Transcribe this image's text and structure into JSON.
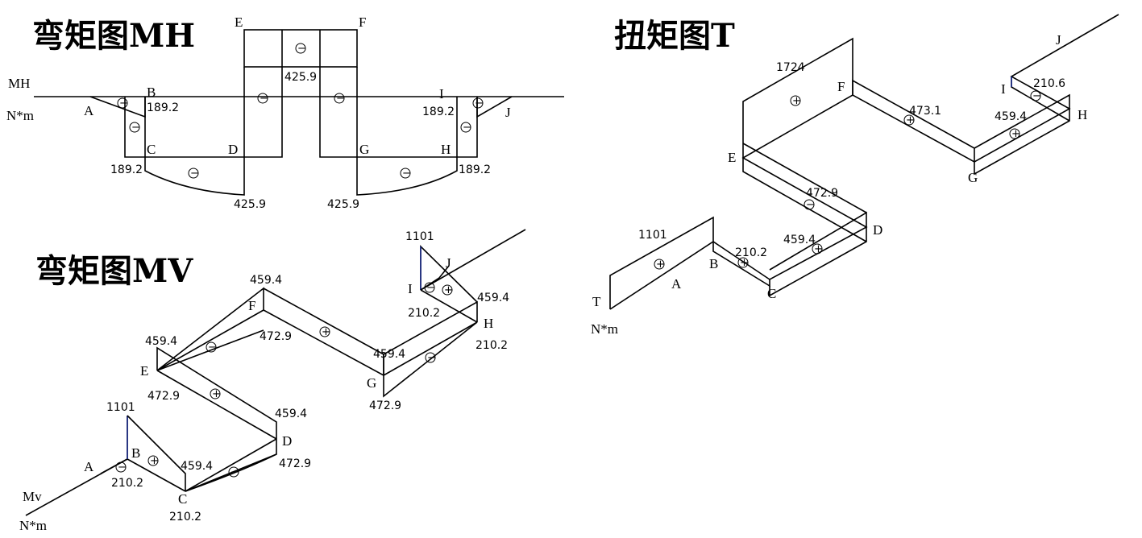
{
  "titles": {
    "mh": "弯矩图MH",
    "mv": "弯矩图MV",
    "t": "扭矩图T"
  },
  "units": {
    "mh_symbol": "MH",
    "mh_unit": "N*m",
    "mv_symbol": "Mv",
    "mv_unit": "N*m",
    "t_symbol": "T",
    "t_unit": "N*m"
  },
  "points": [
    "A",
    "B",
    "C",
    "D",
    "E",
    "F",
    "G",
    "H",
    "I",
    "J"
  ],
  "mh_values": {
    "b": "189.2",
    "c": "189.2",
    "ef": "425.9",
    "d": "425.9",
    "g": "425.9",
    "h": "189.2",
    "i": "189.2"
  },
  "mv_values": {
    "a": "1101",
    "a_low": "210.2",
    "b_c_top": "459.4",
    "c": "210.2",
    "d_top": "459.4",
    "d_low": "472.9",
    "e_top": "459.4",
    "e_low": "472.9",
    "f_top": "459.4",
    "f_low": "472.9",
    "g_top": "459.4",
    "g_low": "472.9",
    "h_low": "210.2",
    "i_top": "1101",
    "i_low": "210.2",
    "j_low": "459.4"
  },
  "t_values": {
    "a": "1101",
    "b": "210.2",
    "cd": "459.4",
    "de": "472.9",
    "e": "1724",
    "fg": "473.1",
    "gh": "459.4",
    "i": "210.6"
  },
  "signs": {
    "plus": "+",
    "minus": "−"
  }
}
